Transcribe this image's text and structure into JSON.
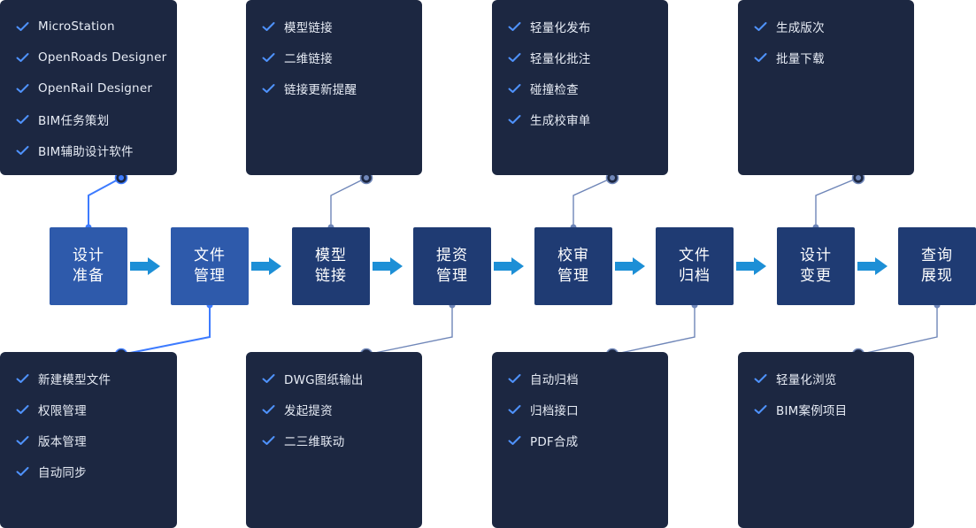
{
  "colors": {
    "panel_bg": "#1c2741",
    "step_bright": "#2e5aab",
    "step_dark": "#1f3b73",
    "check": "#4f93ff",
    "connector": "#6f86b8",
    "connector_bright": "#3d7bff",
    "arrow": "#1d8fd6"
  },
  "steps": [
    {
      "label": "设计准备",
      "tone": "bright"
    },
    {
      "label": "文件管理",
      "tone": "bright"
    },
    {
      "label": "模型链接",
      "tone": "dark"
    },
    {
      "label": "提资管理",
      "tone": "dark"
    },
    {
      "label": "校审管理",
      "tone": "dark"
    },
    {
      "label": "文件归档",
      "tone": "dark"
    },
    {
      "label": "设计变更",
      "tone": "dark"
    },
    {
      "label": "查询展现",
      "tone": "dark"
    }
  ],
  "top_panels": [
    {
      "step": 0,
      "items": [
        "MicroStation",
        "OpenRoads Designer",
        "OpenRail Designer",
        "BIM任务策划",
        "BIM辅助设计软件"
      ]
    },
    {
      "step": 2,
      "items": [
        "模型链接",
        "二维链接",
        "链接更新提醒"
      ]
    },
    {
      "step": 4,
      "items": [
        "轻量化发布",
        "轻量化批注",
        "碰撞检查",
        "生成校审单"
      ]
    },
    {
      "step": 6,
      "items": [
        "生成版次",
        "批量下载"
      ]
    }
  ],
  "bottom_panels": [
    {
      "step": 1,
      "items": [
        "新建模型文件",
        "权限管理",
        "版本管理",
        "自动同步"
      ]
    },
    {
      "step": 3,
      "items": [
        "DWG图纸输出",
        "发起提资",
        "二三维联动"
      ]
    },
    {
      "step": 5,
      "items": [
        "自动归档",
        "归档接口",
        "PDF合成"
      ]
    },
    {
      "step": 7,
      "items": [
        "轻量化浏览",
        "BIM案例项目"
      ]
    }
  ]
}
